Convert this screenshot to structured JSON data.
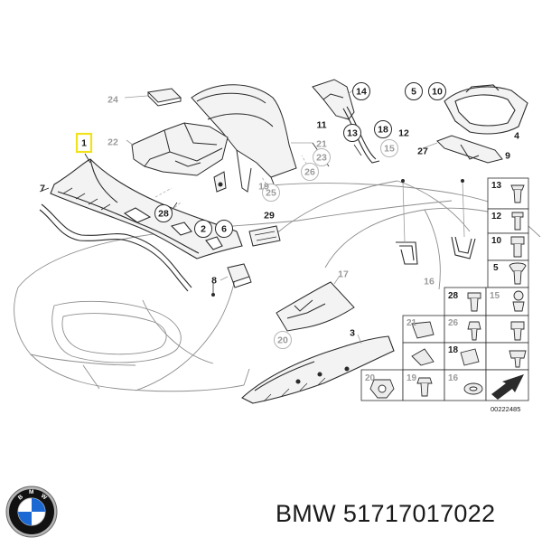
{
  "diagram": {
    "part_labels": {
      "p1": "1",
      "p2": "2",
      "p3": "3",
      "p4": "4",
      "p5": "5",
      "p6": "6",
      "p7": "7",
      "p8": "8",
      "p9": "9",
      "p10": "10",
      "p11": "11",
      "p12": "12",
      "p13": "13",
      "p14": "14",
      "p15": "15",
      "p16": "16",
      "p17": "17",
      "p18": "18",
      "p19": "19",
      "p20": "20",
      "p21": "21",
      "p22": "22",
      "p23": "23",
      "p24": "24",
      "p25": "25",
      "p26": "26",
      "p27": "27",
      "p28": "28",
      "p29": "29"
    },
    "fastener_grid_labels": {
      "g13": "13",
      "g12": "12",
      "g10": "10",
      "g5": "5",
      "g28": "28",
      "g15": "15",
      "g21": "21",
      "g26": "26",
      "g18": "18",
      "g20": "20",
      "g19": "19",
      "g16": "16"
    },
    "drawing_number": "00222485",
    "highlighted_part": "1"
  },
  "caption": {
    "brand": "BMW",
    "part_number": "51717017022"
  },
  "logo": {
    "letters": "BMW",
    "colors": {
      "blue": "#1c69d4",
      "white": "#ffffff",
      "ring": "#111111",
      "chrome": "#9a9a9a"
    }
  },
  "colors": {
    "line": "#2b2b2b",
    "faint": "#9b9b9b",
    "fill": "#f3f3f3",
    "highlight": "#f2e21b"
  }
}
